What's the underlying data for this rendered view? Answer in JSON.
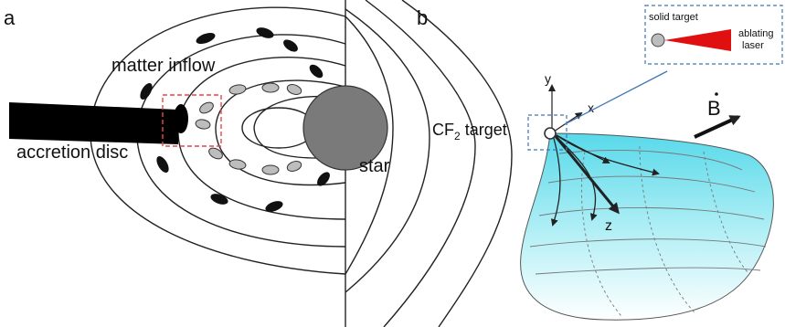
{
  "panel_a": {
    "letter": "a",
    "matter_inflow": "matter inflow",
    "accretion_disc": "accretion disc",
    "star": "star"
  },
  "panel_b": {
    "letter": "b",
    "target_label": "CF",
    "target_subscript": "2",
    "target_suffix": " target",
    "axis_x": "x",
    "axis_y": "y",
    "axis_z": "z",
    "field": "B",
    "inset": {
      "solid_target": "solid target",
      "laser_line1": "ablating",
      "laser_line2": "laser"
    }
  },
  "colors": {
    "highlight_box": "#e8474f",
    "inset_box": "#3f76b5",
    "laser": "#e01010",
    "plume": "#7fe4f0"
  }
}
